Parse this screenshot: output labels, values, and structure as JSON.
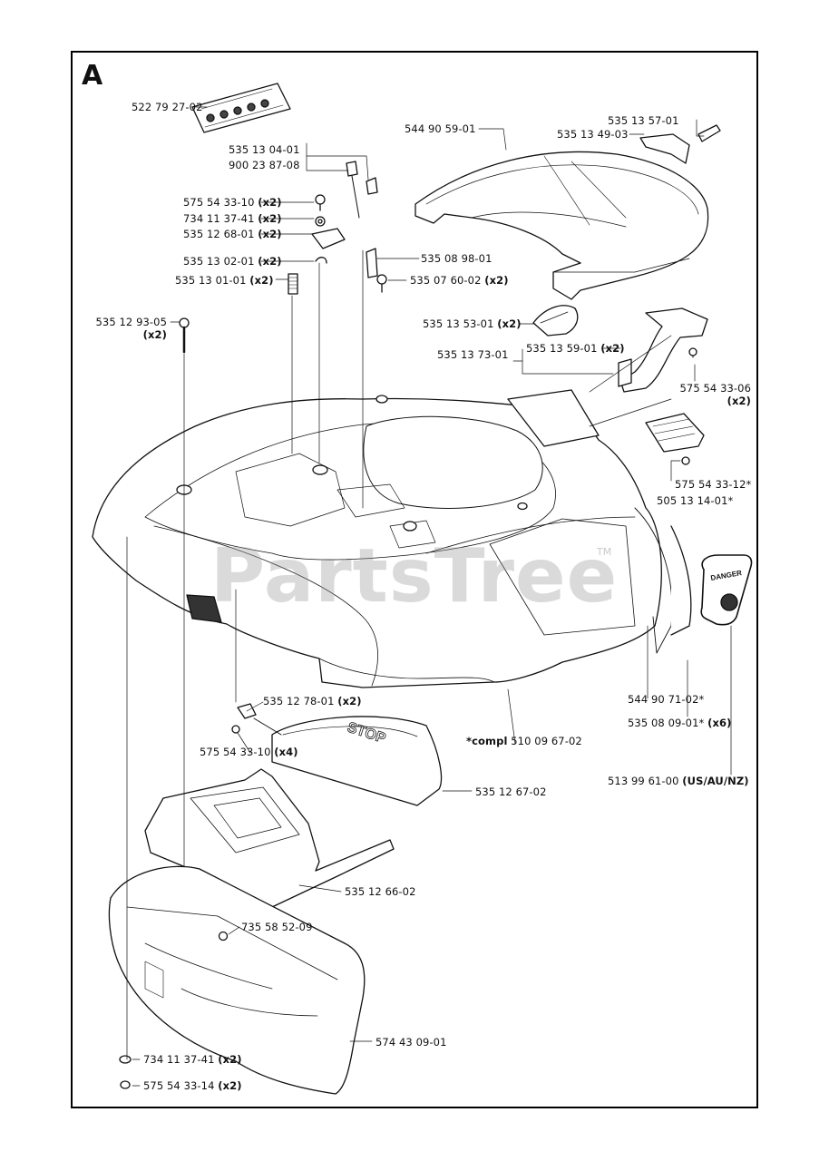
{
  "section_letter": "A",
  "watermark": "PartsTree",
  "watermark_tm": "TM",
  "danger_label_text": "DANGER",
  "stop_text": "STOP",
  "labels": [
    {
      "part": "522 79 27-02",
      "qty": ""
    },
    {
      "part": "544 90 59-01",
      "qty": ""
    },
    {
      "part": "535 13 57-01",
      "qty": ""
    },
    {
      "part": "535 13 49-03",
      "qty": ""
    },
    {
      "part": "535 13 04-01",
      "qty": ""
    },
    {
      "part": "900 23 87-08",
      "qty": ""
    },
    {
      "part": "575 54 33-10",
      "qty": "(x2)"
    },
    {
      "part": "734 11 37-41",
      "qty": "(x2)"
    },
    {
      "part": "535 12 68-01",
      "qty": "(x2)"
    },
    {
      "part": "535 13 02-01",
      "qty": "(x2)"
    },
    {
      "part": "535 08 98-01",
      "qty": ""
    },
    {
      "part": "535 13 01-01",
      "qty": "(x2)"
    },
    {
      "part": "535 07 60-02",
      "qty": "(x2)"
    },
    {
      "part": "535 12 93-05",
      "qty": "(x2)"
    },
    {
      "part": "535 13 53-01",
      "qty": "(x2)"
    },
    {
      "part": "535 13 59-01",
      "qty": "(x2)"
    },
    {
      "part": "535 13 73-01",
      "qty": ""
    },
    {
      "part": "575 54 33-06",
      "qty": "(x2)"
    },
    {
      "part": "575 54 33-12*",
      "qty": ""
    },
    {
      "part": "505 13 14-01*",
      "qty": ""
    },
    {
      "part": "544 90 71-02*",
      "qty": ""
    },
    {
      "part": "535 08 09-01*",
      "qty": "(x6)"
    },
    {
      "part": "535 12 78-01",
      "qty": "(x2)"
    },
    {
      "part": "575 54 33-10",
      "qty": "(x4)"
    },
    {
      "part": "510 09 67-02",
      "qty": "*compl"
    },
    {
      "part": "535 12 67-02",
      "qty": ""
    },
    {
      "part": "513 99 61-00",
      "qty": "(US/AU/NZ)"
    },
    {
      "part": "535 12 66-02",
      "qty": ""
    },
    {
      "part": "735 58 52-09",
      "qty": ""
    },
    {
      "part": "574 43 09-01",
      "qty": ""
    },
    {
      "part": "734 11 37-41",
      "qty": "(x2)"
    },
    {
      "part": "575 54 33-14",
      "qty": "(x2)"
    }
  ]
}
